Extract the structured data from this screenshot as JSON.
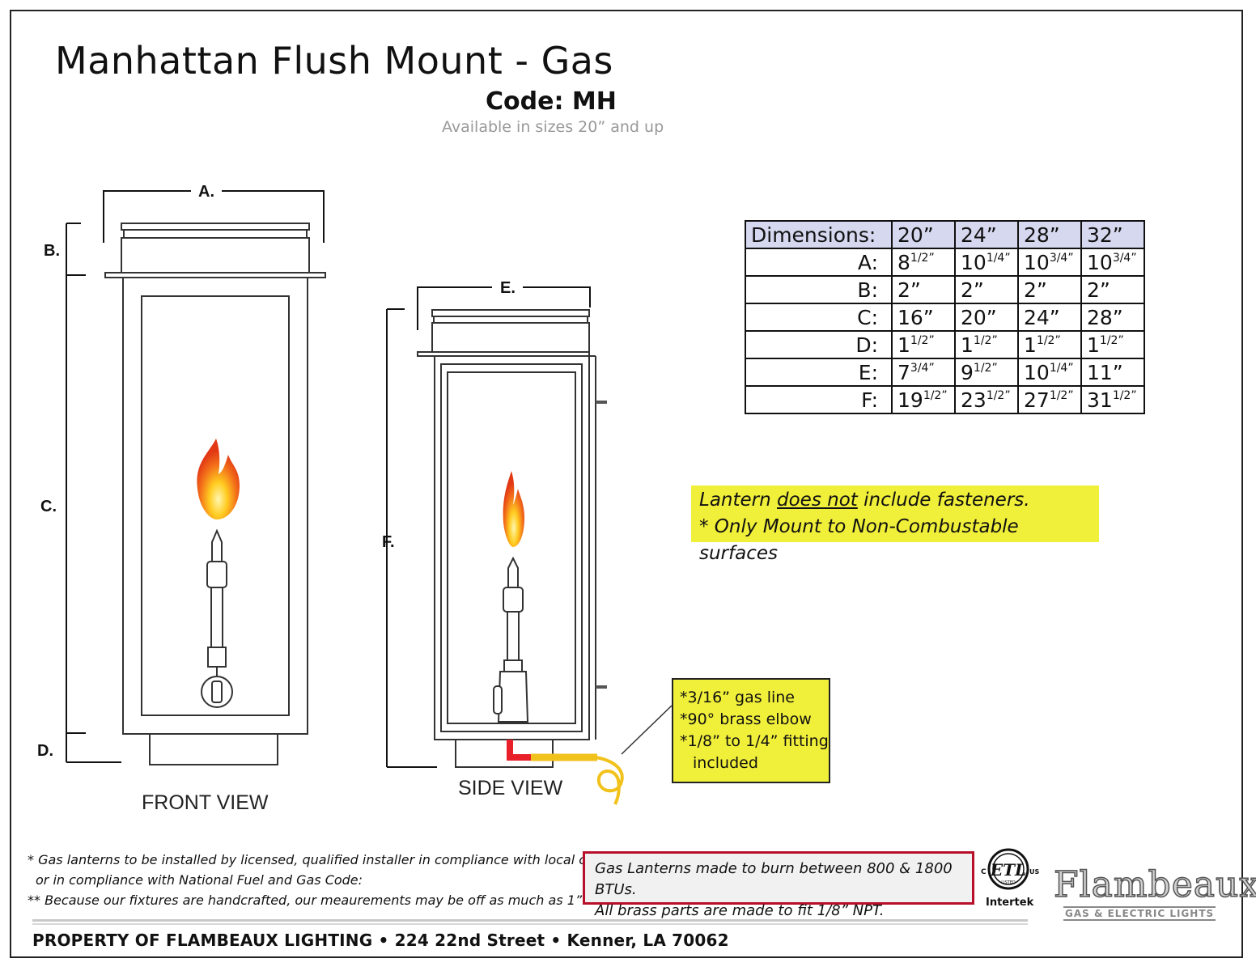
{
  "header": {
    "title": "Manhattan Flush Mount - Gas",
    "code": "Code: MH",
    "availability": "Available in sizes 20” and up"
  },
  "front_view": {
    "caption": "FRONT VIEW",
    "label_a": "A.",
    "label_b": "B.",
    "label_c": "C.",
    "label_d": "D."
  },
  "side_view": {
    "caption": "SIDE VIEW",
    "label_e": "E.",
    "label_f": "F."
  },
  "dimensions_table": {
    "header": [
      "Dimensions:",
      "20”",
      "24”",
      "28”",
      "32”"
    ],
    "rows": [
      {
        "label": "A:",
        "values": [
          [
            "8",
            "1/2”"
          ],
          [
            "10",
            "1/4”"
          ],
          [
            "10",
            "3/4”"
          ],
          [
            "10",
            "3/4”"
          ]
        ]
      },
      {
        "label": "B:",
        "values": [
          [
            "2”",
            ""
          ],
          [
            "2”",
            ""
          ],
          [
            "2”",
            ""
          ],
          [
            "2”",
            ""
          ]
        ]
      },
      {
        "label": "C:",
        "values": [
          [
            "16”",
            ""
          ],
          [
            "20”",
            ""
          ],
          [
            "24”",
            ""
          ],
          [
            "28”",
            ""
          ]
        ]
      },
      {
        "label": "D:",
        "values": [
          [
            "1",
            "1/2”"
          ],
          [
            "1",
            "1/2”"
          ],
          [
            "1",
            "1/2”"
          ],
          [
            "1",
            "1/2”"
          ]
        ]
      },
      {
        "label": "E:",
        "values": [
          [
            "7",
            "3/4”"
          ],
          [
            "9",
            "1/2”"
          ],
          [
            "10",
            "1/4”"
          ],
          [
            "11”",
            ""
          ]
        ]
      },
      {
        "label": "F:",
        "values": [
          [
            "19",
            "1/2”"
          ],
          [
            "23",
            "1/2”"
          ],
          [
            "27",
            "1/2”"
          ],
          [
            "31",
            "1/2”"
          ]
        ]
      }
    ]
  },
  "warning": {
    "line1_a": "Lantern ",
    "line1_u": "does not",
    "line1_b": " include fasteners.",
    "line2": "* Only Mount to Non-Combustable surfaces"
  },
  "gas_note": {
    "line1": "*3/16” gas line",
    "line2": "*90° brass elbow",
    "line3": "*1/8” to 1/4” fitting",
    "line4": "included"
  },
  "footnotes": {
    "line1": "* Gas lanterns to be installed by licensed, qualified installer in compliance with local codes,",
    "line2": "or in compliance with National Fuel and Gas Code:",
    "line3": "** Because our fixtures are handcrafted, our meaurements may be off as much as 1”."
  },
  "btu_note": {
    "line1": "Gas Lanterns made to burn between 800 & 1800 BTUs.",
    "line2": "All brass parts are made to fit 1/8” NPT."
  },
  "certification": {
    "icon": "etl-listed-mark",
    "mark": "ETL",
    "left_letter": "C",
    "right_letter": "US",
    "small": "LISTED",
    "label": "Intertek"
  },
  "logo": {
    "name": "Flambeaux",
    "tagline": "GAS & ELECTRIC LIGHTS"
  },
  "footer": {
    "property": "PROPERTY OF FLAMBEAUX LIGHTING • 224 22nd Street • Kenner, LA 70062"
  },
  "colors": {
    "highlight": "#f0ef3a",
    "table_header": "#d5d8ef",
    "btu_border": "#b80f2a",
    "gas_line_red": "#e8202a",
    "gas_line_yellow": "#f2c21c"
  }
}
